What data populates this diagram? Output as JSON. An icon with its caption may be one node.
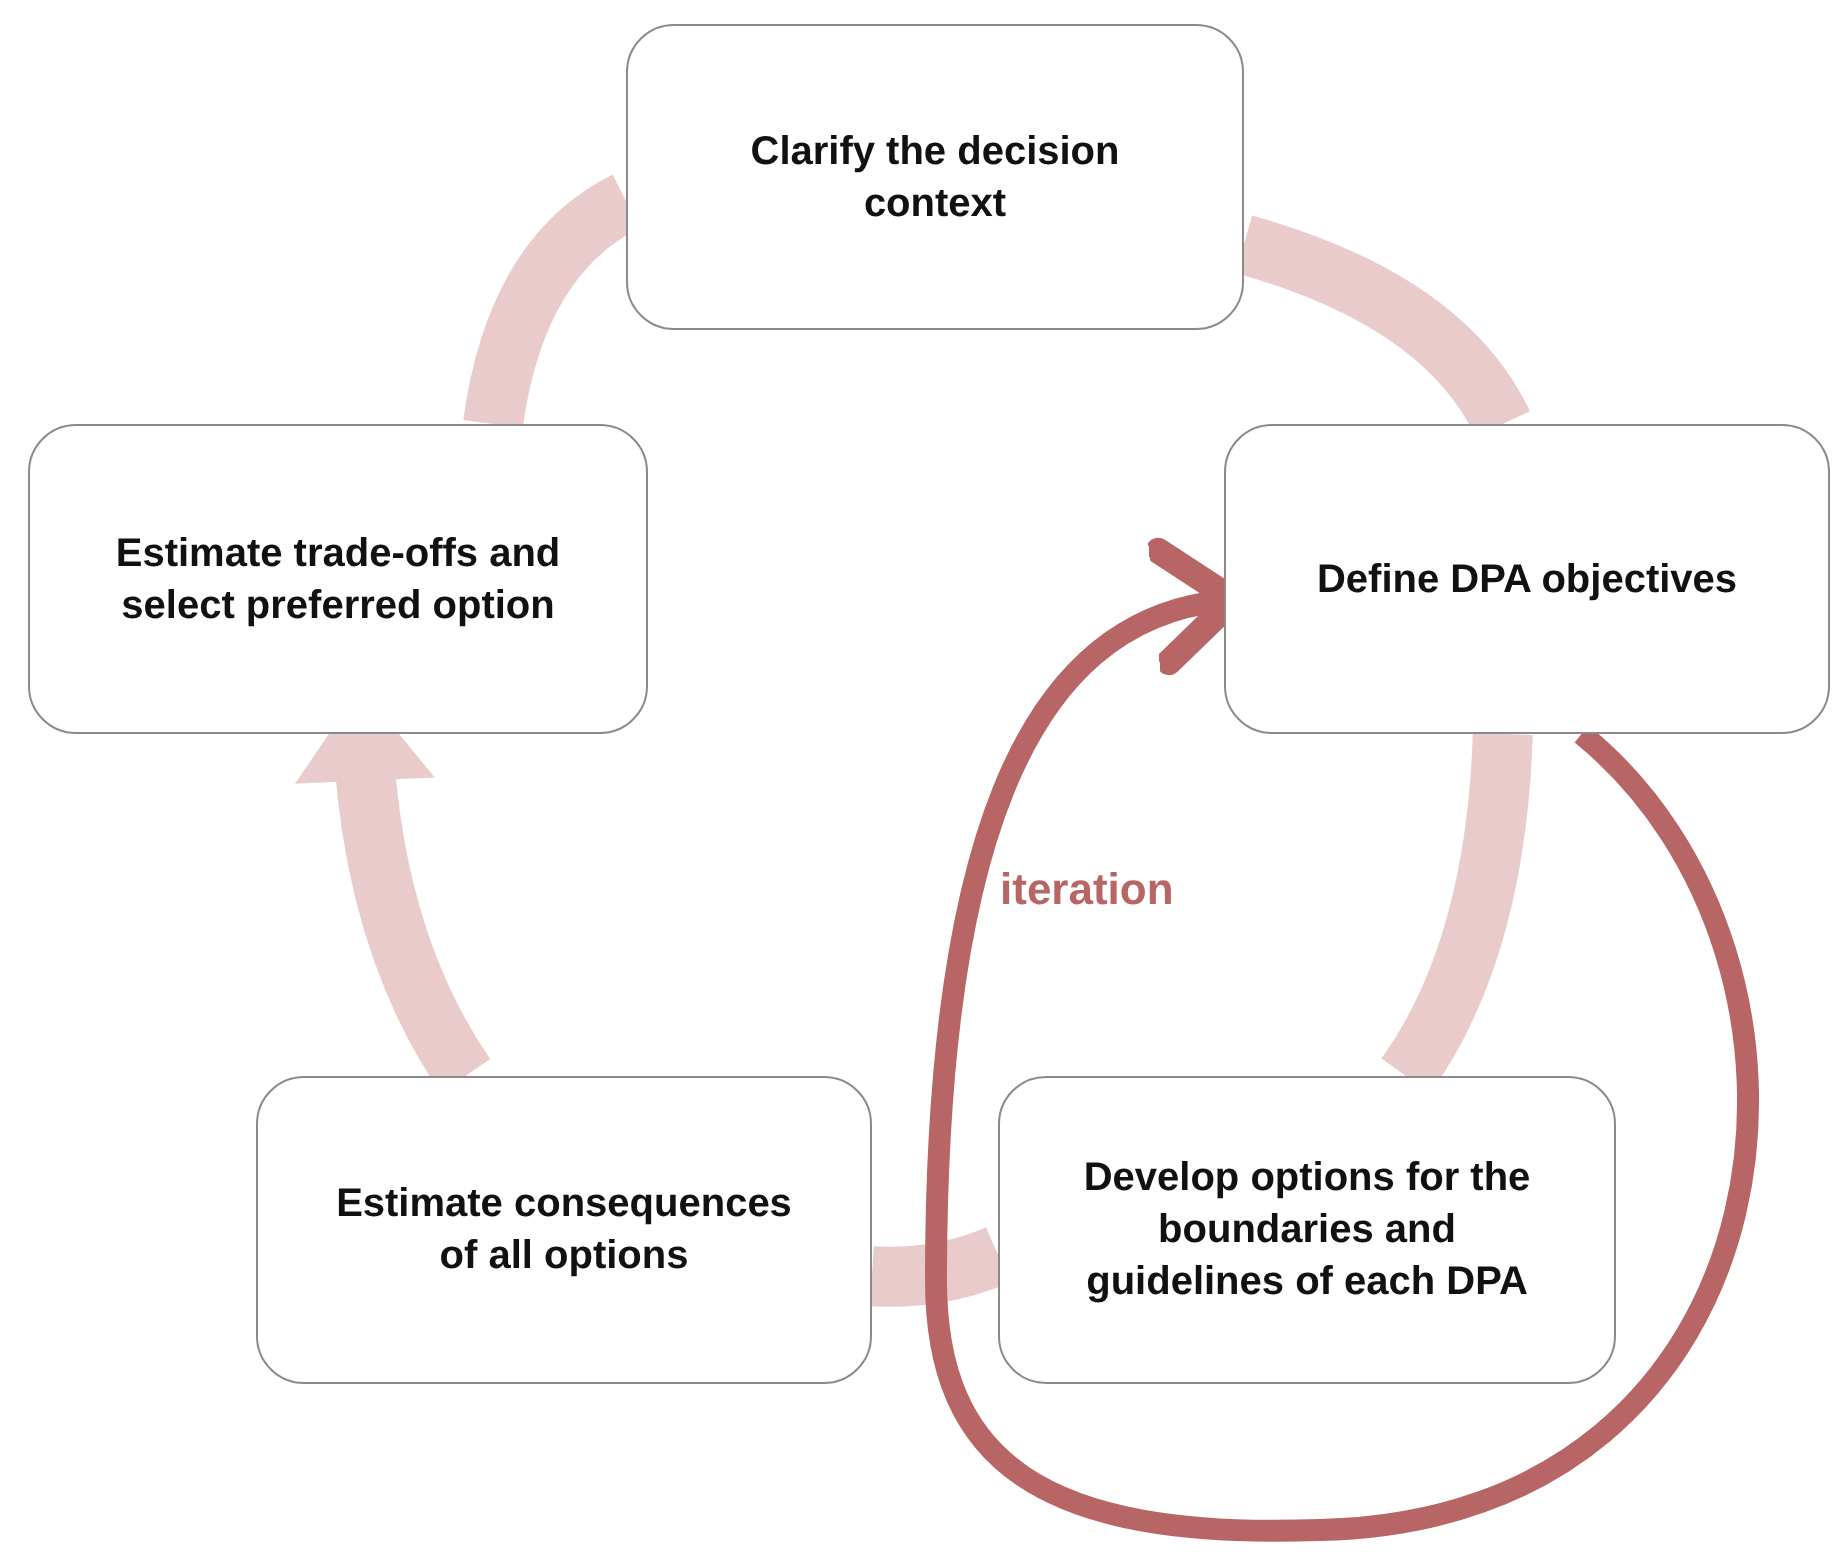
{
  "diagram": {
    "nodes": [
      {
        "text": [
          "Clarify the decision context"
        ]
      },
      {
        "text": [
          "Estimate trade-offs and select preferred option"
        ]
      },
      {
        "text": [
          "Define DPA objectives"
        ]
      },
      {
        "text": [
          "Estimate consequences of all options"
        ]
      },
      {
        "text": [
          "Develop options for the boundaries and guidelines of each DPA"
        ]
      }
    ],
    "edges": [
      {
        "from": 0,
        "to": 2,
        "arrow": "none"
      },
      {
        "from": 2,
        "to": 4,
        "arrow": "none"
      },
      {
        "from": 4,
        "to": 3,
        "arrow": "none"
      },
      {
        "from": 3,
        "to": 1,
        "arrow": "to"
      },
      {
        "from": 1,
        "to": 0,
        "arrow": "none"
      },
      {
        "from": 2,
        "to": 2,
        "arrow": "to",
        "label": "iteration",
        "color": "#b86565"
      }
    ]
  }
}
